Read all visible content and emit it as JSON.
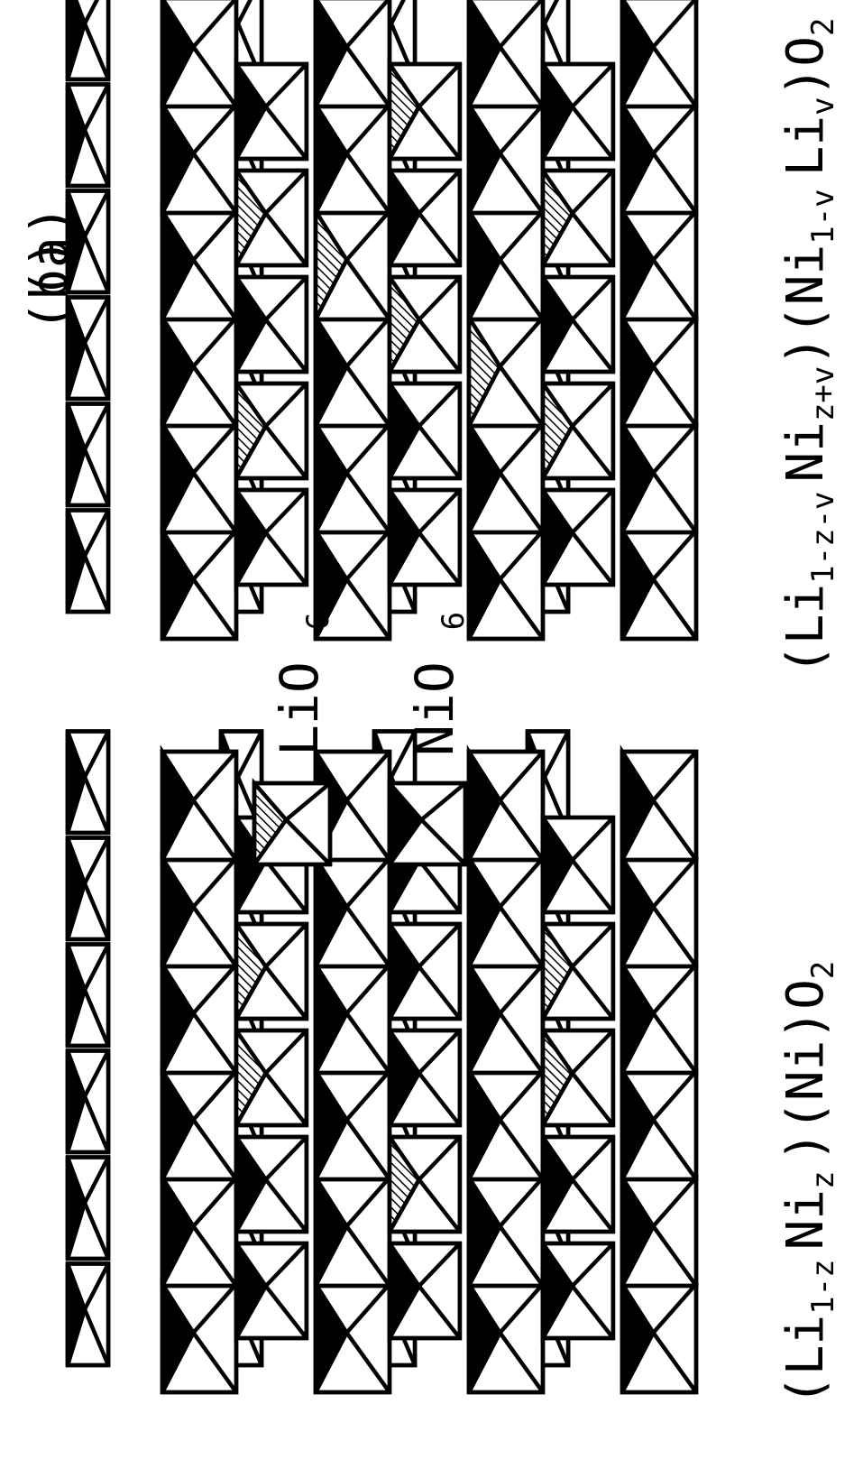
{
  "panels": {
    "a": {
      "label": "(a)",
      "formula": {
        "p1": "(Li",
        "s1": "1-z",
        "p2": "Ni",
        "s2": "z",
        "p3": ")(Ni)O",
        "s3": "2"
      }
    },
    "b": {
      "label": "(b)",
      "formula": {
        "p1": "(Li",
        "s1": "1-z-v",
        "p2": "Ni",
        "s2": "z+v",
        "p3": ")(Ni",
        "s3": "1-v",
        "p4": "Li",
        "s4": "v",
        "p5": ")O",
        "s5": "2"
      }
    }
  },
  "legend": {
    "items": [
      {
        "label": "LiO",
        "sub": "6",
        "fill": "hatched"
      },
      {
        "label": "NiO",
        "sub": "6",
        "fill": "#000000"
      }
    ]
  },
  "colors": {
    "ink": "#000000",
    "paper": "#ffffff"
  }
}
